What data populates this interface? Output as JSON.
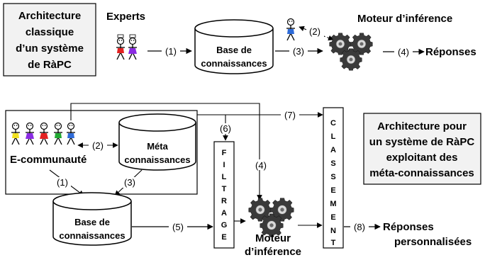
{
  "top": {
    "title_lines": [
      "Architecture",
      "classique",
      "d’un système",
      "de RàPC"
    ],
    "experts_label": "Experts",
    "kb_lines": [
      "Base de",
      "connaissances"
    ],
    "engine_label": "Moteur d’inférence",
    "responses_label": "Réponses",
    "arrows": [
      "(1)",
      "(2)",
      "(3)",
      "(4)"
    ]
  },
  "bottom": {
    "title_lines": [
      "Architecture pour",
      "un système de RàPC",
      "exploitant des",
      "méta-connaissances"
    ],
    "community_label": "E-communauté",
    "meta_lines": [
      "Méta",
      "connaissances"
    ],
    "kb_lines": [
      "Base de",
      "connaissances"
    ],
    "filter_letters": [
      "F",
      "I",
      "L",
      "T",
      "R",
      "A",
      "G",
      "E"
    ],
    "ranking_letters": [
      "C",
      "L",
      "A",
      "S",
      "S",
      "E",
      "M",
      "E",
      "N",
      "T"
    ],
    "engine_lines": [
      "Moteur",
      "d’inférence"
    ],
    "responses_lines": [
      "Réponses",
      "personnalisées"
    ],
    "arrows": [
      "(1)",
      "(2)",
      "(3)",
      "(4)",
      "(5)",
      "(6)",
      "(7)",
      "(8)"
    ]
  },
  "icons": [
    "person-icon",
    "gear-icon"
  ],
  "colors": {
    "stroke": "#000000",
    "box_fill": "#f2f2f2",
    "gear_dark": "#3a3a3a",
    "gear_light": "#d9d9d9",
    "person_red": "#e32222",
    "person_purple": "#8a2be2",
    "person_yellow": "#f0e020",
    "person_green": "#22aa33",
    "person_blue": "#2e6bd8"
  }
}
